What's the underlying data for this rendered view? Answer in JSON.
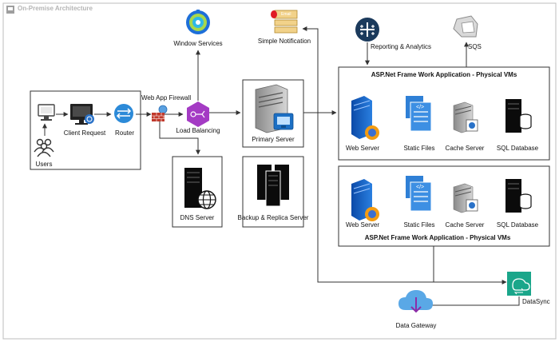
{
  "diagram": {
    "title": "On-Premise Architecture",
    "nodes": {
      "users": "Users",
      "client_request": "Client Request",
      "router": "Router",
      "waf": "Web App Firewall",
      "load_balancing": "Load Balancing",
      "window_services": "Window Services",
      "simple_notification": "Simple Notification",
      "email_badge": "Email",
      "primary_server": "Primary Server",
      "dns_server": "DNS Server",
      "backup_server": "Backup & Replica Server",
      "reporting": "Reporting & Analytics",
      "sqs": "SQS",
      "datasync": "DataSync",
      "data_gateway": "Data Gateway"
    },
    "app_group_top": {
      "title": "ASP.Net Frame Work Application - Physical VMs",
      "items": [
        "Web Server",
        "Static Files",
        "Cache Server",
        "SQL Database"
      ]
    },
    "app_group_bottom": {
      "title": "ASP.Net Frame Work Application - Physical VMs",
      "items": [
        "Web Server",
        "Static Files",
        "Cache Server",
        "SQL Database"
      ]
    },
    "colors": {
      "line": "#333333",
      "frame_border": "#bdbdbd",
      "aws_purple": "#8c4fff",
      "aws_green": "#1aa68a",
      "windows_blue": "#1e6fd9",
      "tableau_navy": "#1b3a5c",
      "file_blue": "#2f80d6"
    }
  }
}
